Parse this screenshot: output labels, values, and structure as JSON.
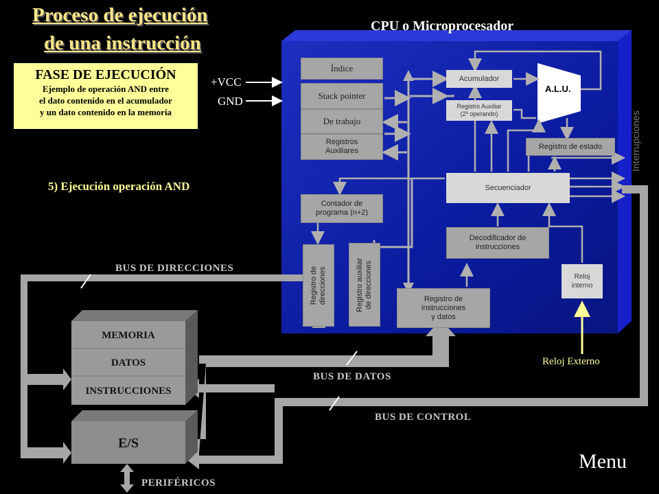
{
  "title": {
    "line1": "Proceso de  ejecución",
    "line2": "de una instrucción"
  },
  "cpu_title": "CPU o Microprocesador",
  "fase": {
    "heading": "FASE DE EJECUCIÓN",
    "lines": [
      "Ejemplo de operación AND entre",
      "el dato  contenido en el acumulador",
      "y un dato contenido en la memoria"
    ]
  },
  "power": {
    "vcc": "+VCC",
    "gnd": "GND"
  },
  "step": "5) Ejecución operación AND",
  "registers": {
    "indice": "Índice",
    "stack_pointer": "Stack pointer",
    "de_trabajo": "De trabajo",
    "auxiliares_1": "Registros",
    "auxiliares_2": "Auxiliares"
  },
  "acumulador": "Acumulador",
  "alu": "A.L.U.",
  "registro_auxiliar": {
    "line1": "Registro Auxiliar",
    "line2": "(2º operando)"
  },
  "registro_estado": "Registro de estado",
  "interrupciones": "Interrupciones",
  "secuenciador": "Secuenciador",
  "contador": {
    "line1": "Contador de",
    "line2": "programa (n+2)"
  },
  "decodificador": {
    "line1": "Decodificador de",
    "line2": "instrucciones"
  },
  "reloj_interno": {
    "line1": "Reloj",
    "line2": "interno"
  },
  "registro_direcciones": {
    "line1": "Registro de",
    "line2": "direcciones"
  },
  "registro_aux_direcciones": {
    "line1": "Registro auxiliar",
    "line2": "de direcciones"
  },
  "registro_instrucciones": {
    "line1": "Registro de",
    "line2": "instrucciones",
    "line3": "y datos"
  },
  "reloj_externo": "Reloj Externo",
  "buses": {
    "direcciones": "BUS DE DIRECCIONES",
    "datos": "BUS DE DATOS",
    "control": "BUS DE CONTROL"
  },
  "memoria": {
    "title": "MEMORIA",
    "datos": "DATOS",
    "instrucciones": "INSTRUCCIONES"
  },
  "es": "E/S",
  "perifericos": "PERIFÉRICOS",
  "menu": "Menu",
  "colors": {
    "cpu_front": "#0d1fa6",
    "cpu_side": "#1620c8",
    "title": "#ffe68a",
    "yellow_box": "#ffff99",
    "bus": "#a6a6a6"
  }
}
